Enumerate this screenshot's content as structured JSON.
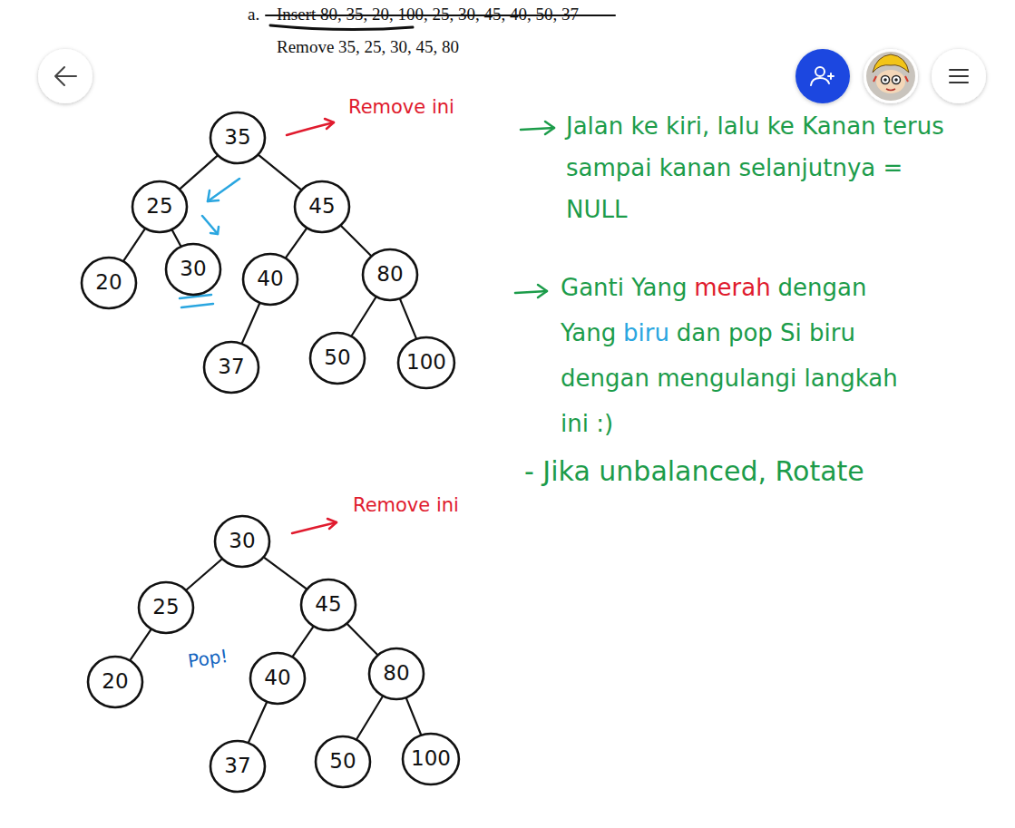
{
  "diagram": {
    "nodes": [
      {
        "text": [
          "35"
        ]
      },
      {
        "text": [
          "25"
        ]
      },
      {
        "text": [
          "45"
        ]
      },
      {
        "text": [
          "20"
        ]
      },
      {
        "text": [
          "30"
        ]
      },
      {
        "text": [
          "40"
        ]
      },
      {
        "text": [
          "80"
        ]
      },
      {
        "text": [
          "37"
        ]
      },
      {
        "text": [
          "50"
        ]
      },
      {
        "text": [
          "100"
        ]
      },
      {
        "text": [
          "30"
        ]
      },
      {
        "text": [
          "25"
        ]
      },
      {
        "text": [
          "45"
        ]
      },
      {
        "text": [
          "20"
        ]
      },
      {
        "text": [
          "40"
        ]
      },
      {
        "text": [
          "80"
        ]
      },
      {
        "text": [
          "37"
        ]
      },
      {
        "text": [
          "50"
        ]
      },
      {
        "text": [
          "100"
        ]
      }
    ],
    "edges": [
      {
        "from": 0,
        "to": 1,
        "arrow": "none"
      },
      {
        "from": 0,
        "to": 2,
        "arrow": "none"
      },
      {
        "from": 1,
        "to": 3,
        "arrow": "none"
      },
      {
        "from": 1,
        "to": 4,
        "arrow": "none"
      },
      {
        "from": 2,
        "to": 5,
        "arrow": "none"
      },
      {
        "from": 2,
        "to": 6,
        "arrow": "none"
      },
      {
        "from": 5,
        "to": 7,
        "arrow": "none"
      },
      {
        "from": 6,
        "to": 8,
        "arrow": "none"
      },
      {
        "from": 6,
        "to": 9,
        "arrow": "none"
      },
      {
        "from": 10,
        "to": 11,
        "arrow": "none"
      },
      {
        "from": 10,
        "to": 12,
        "arrow": "none"
      },
      {
        "from": 11,
        "to": 13,
        "arrow": "none"
      },
      {
        "from": 12,
        "to": 14,
        "arrow": "none"
      },
      {
        "from": 12,
        "to": 15,
        "arrow": "none"
      },
      {
        "from": 14,
        "to": 16,
        "arrow": "none"
      },
      {
        "from": 15,
        "to": 17,
        "arrow": "none"
      },
      {
        "from": 15,
        "to": 18,
        "arrow": "none"
      }
    ],
    "labels": [
      "a.",
      "Insert 80, 35, 20, 100, 25, 30, 45, 40, 50, 37",
      "Remove 35, 25, 30, 45, 80",
      "Remove ini",
      "Jalan ke kiri, lalu ke Kanan terus sampai kanan selanjutnya = NULL",
      "Ganti Yang",
      "merah",
      "dengan Yang",
      "biru",
      "dan pop Si biru dengan mengulangi langkah ini :)",
      "- Jika unbalanced, Rotate",
      "Remove ini",
      "Pop!"
    ]
  }
}
